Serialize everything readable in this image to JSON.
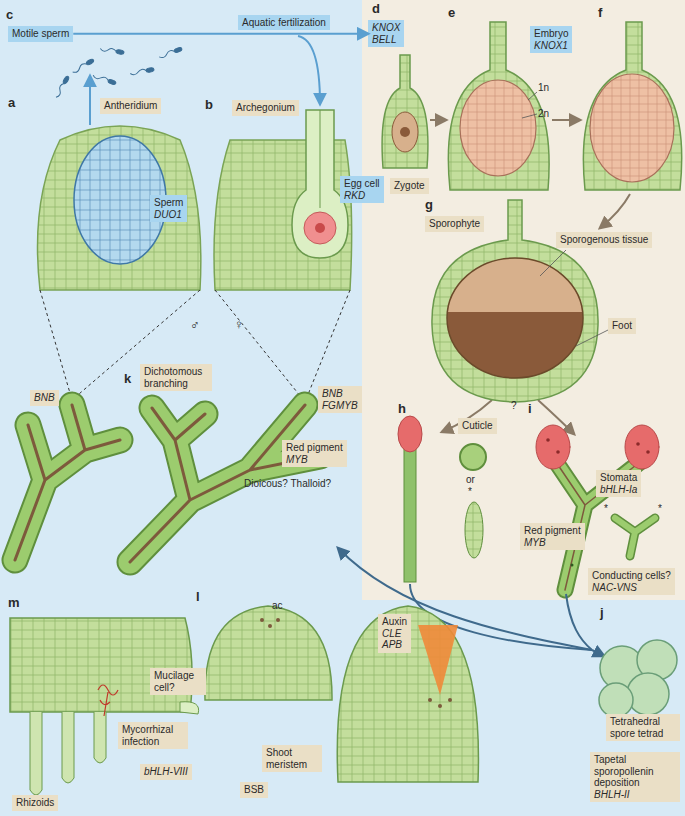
{
  "diagram": {
    "nodes": [
      {
        "text": [
          "Motile sperm"
        ]
      },
      {
        "text": [
          "KNOX",
          "BELL"
        ]
      },
      {
        "text": [
          "Zygote"
        ]
      },
      {
        "text": [
          "Embryo",
          "KNOX1"
        ]
      },
      {
        "text": [
          "Antheridium"
        ]
      },
      {
        "text": [
          "Archegonium"
        ]
      },
      {
        "text": [
          "Sperm",
          "DUO1"
        ]
      },
      {
        "text": [
          "Egg cell",
          "RKD"
        ]
      },
      {
        "text": [
          "Sporophyte"
        ]
      },
      {
        "text": [
          "Sporogenous tissue"
        ]
      },
      {
        "text": [
          "Foot"
        ]
      },
      {
        "text": [
          "Cuticle"
        ]
      },
      {
        "text": [
          "Stomata",
          "bHLH-Ia"
        ]
      },
      {
        "text": [
          "Red pigment",
          "MYB"
        ]
      },
      {
        "text": [
          "Conducting cells?",
          "NAC-VNS"
        ]
      },
      {
        "text": [
          "BNB"
        ]
      },
      {
        "text": [
          "Dichotomous branching"
        ]
      },
      {
        "text": [
          "BNB",
          "FGMYB"
        ]
      },
      {
        "text": [
          "Red pigment",
          "MYB"
        ]
      },
      {
        "text": [
          "Tetrahedral spore tetrad"
        ]
      },
      {
        "text": [
          "Tapetal sporopollenin deposition",
          "BHLH-II"
        ]
      },
      {
        "text": [
          "Auxin",
          "CLE",
          "APB"
        ]
      },
      {
        "text": [
          "Shoot meristem"
        ]
      },
      {
        "text": [
          "Mucilage cell?"
        ]
      },
      {
        "text": [
          "Mycorrhizal infection"
        ]
      },
      {
        "text": [
          "Rhizoids"
        ]
      },
      {
        "text": [
          "bHLH-VIII"
        ]
      },
      {
        "text": [
          "BSB"
        ]
      }
    ],
    "edges": [
      {
        "from": 0,
        "to": 1,
        "arrow": "to",
        "label": "Aquatic fertilization"
      }
    ],
    "labels": [
      "c",
      "a",
      "b",
      "d",
      "e",
      "f",
      "g",
      "1n",
      "2n",
      "h",
      "i",
      "j",
      "k",
      "l",
      "m",
      "?",
      "or",
      "*",
      "*",
      "*",
      "♂",
      "♀",
      "Dioicous? Thalloid?",
      "ac"
    ]
  }
}
